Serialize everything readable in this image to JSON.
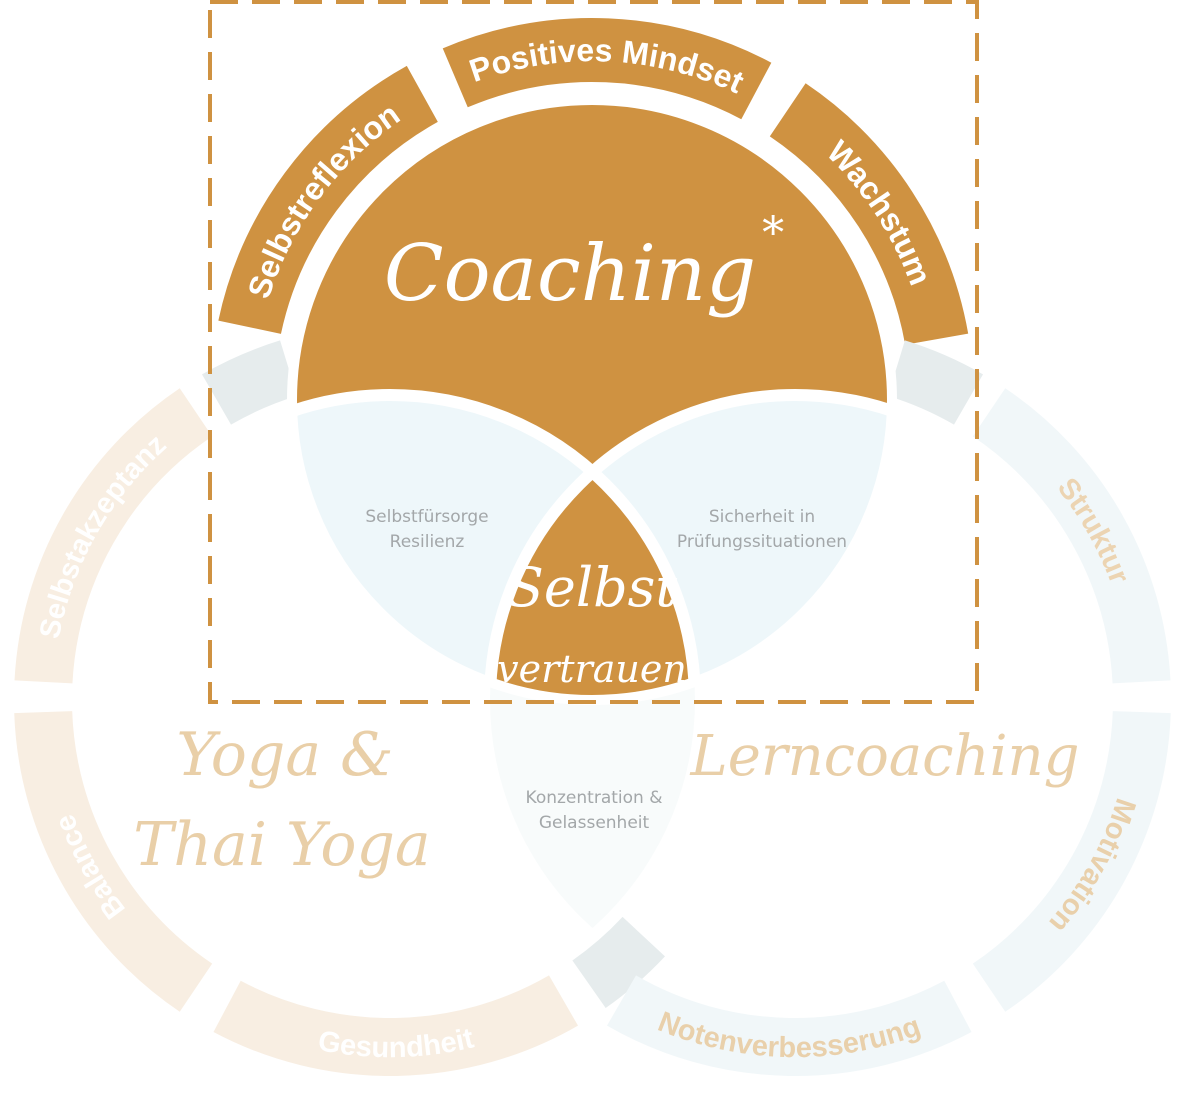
{
  "colors": {
    "primary": "#cf9241",
    "lens_blue": "#eef7fa",
    "overlap_gray": "#e6eced",
    "faded_orange": "#f8eee2",
    "faded_blue": "#f1f7f9",
    "script_label": "#e9cfa8",
    "lens_text": "#a3a7a9"
  },
  "coaching": {
    "title": "Coaching",
    "asterisk": "*",
    "segments": [
      "Selbstreflexion",
      "Positives Mindset",
      "Wachstum"
    ]
  },
  "yoga": {
    "title_line1": "Yoga &",
    "title_line2": "Thai Yoga",
    "segments": [
      "Selbstakzeptanz",
      "Balance",
      "Gesundheit"
    ]
  },
  "lerncoaching": {
    "title": "Lerncoaching",
    "segments": [
      "Struktur",
      "Motivation",
      "Notenverbesserung"
    ]
  },
  "overlaps": {
    "coaching_yoga": [
      "Selbstfürsorge",
      "Resilienz"
    ],
    "coaching_lern": [
      "Sicherheit in",
      "Prüfungssituationen"
    ],
    "yoga_lern": [
      "Konzentration &",
      "Gelassenheit"
    ],
    "center_line1": "Selbst",
    "center_line2": "vertrauen"
  }
}
